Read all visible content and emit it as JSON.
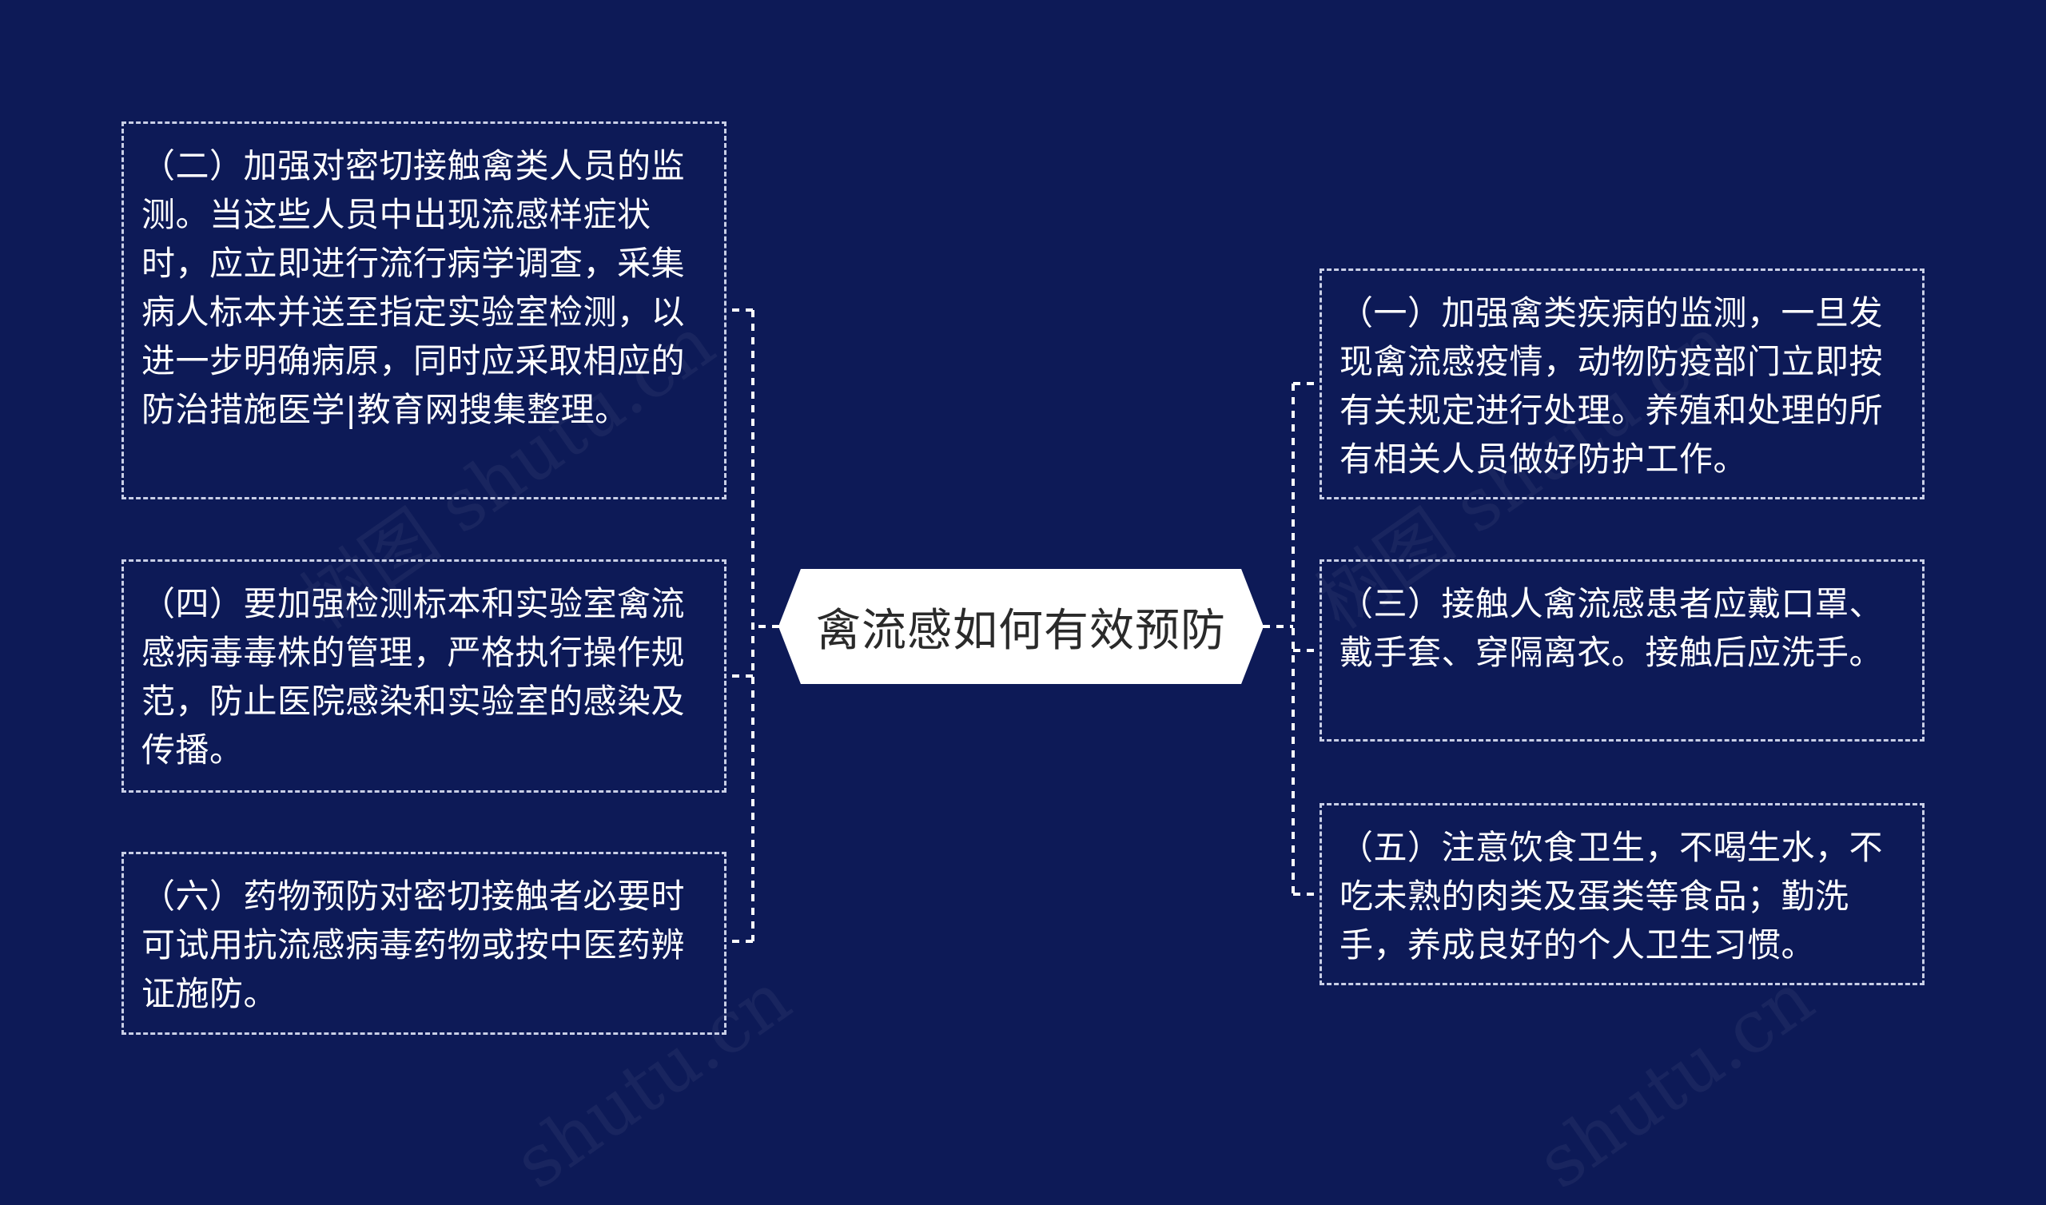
{
  "center": {
    "title": "禽流感如何有效预防"
  },
  "branches": {
    "left": [
      {
        "id": "b2",
        "text": "（二）加强对密切接触禽类人员的监测。当这些人员中出现流感样症状时，应立即进行流行病学调查，采集病人标本并送至指定实验室检测，以进一步明确病原，同时应采取相应的防治措施医学|教育网搜集整理。"
      },
      {
        "id": "b4",
        "text": "（四）要加强检测标本和实验室禽流感病毒毒株的管理，严格执行操作规范，防止医院感染和实验室的感染及传播。"
      },
      {
        "id": "b6",
        "text": "（六）药物预防对密切接触者必要时可试用抗流感病毒药物或按中医药辨证施防。"
      }
    ],
    "right": [
      {
        "id": "b1",
        "text": "（一）加强禽类疾病的监测，一旦发现禽流感疫情，动物防疫部门立即按有关规定进行处理。养殖和处理的所有相关人员做好防护工作。"
      },
      {
        "id": "b3",
        "text": "（三）接触人禽流感患者应戴口罩、戴手套、穿隔离衣。接触后应洗手。"
      },
      {
        "id": "b5",
        "text": "（五）注意饮食卫生，不喝生水，不吃未熟的肉类及蛋类等食品；勤洗手，养成良好的个人卫生习惯。"
      }
    ]
  },
  "colors": {
    "background": "#0d1a57",
    "border": "#c9cfe6",
    "text": "#ffffff",
    "center_fill": "#ffffff",
    "center_text": "#2a2a2a"
  },
  "watermarks": [
    "树图 shutu.cn",
    "树图 shutu.cn",
    "shutu.cn",
    "shutu.cn"
  ]
}
